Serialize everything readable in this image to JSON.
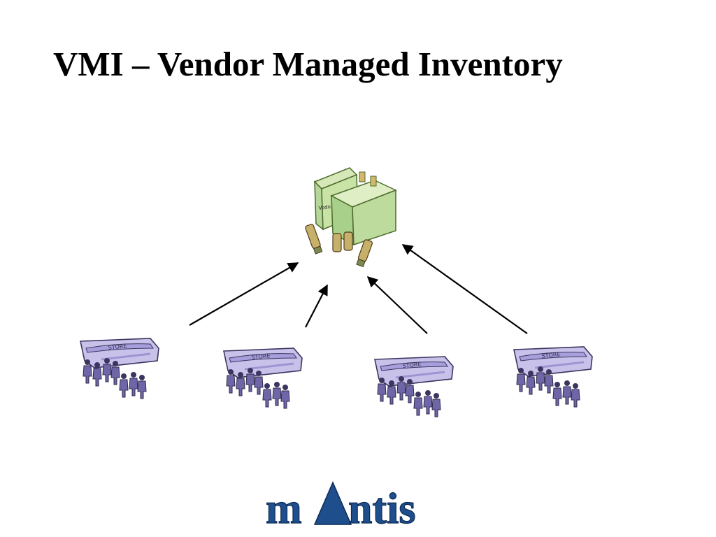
{
  "slide": {
    "title": "VMI – Vendor Managed Inventory"
  },
  "diagram": {
    "vendor": {
      "icon": "factory-icon",
      "sign_text": "Vodo"
    },
    "stores": [
      {
        "icon": "store-icon",
        "sign_text": "STORE"
      },
      {
        "icon": "store-icon",
        "sign_text": "STORE"
      },
      {
        "icon": "store-icon",
        "sign_text": "STORE"
      },
      {
        "icon": "store-icon",
        "sign_text": "STORE"
      }
    ],
    "arrow_color": "#000000",
    "store_color": "#8a82c8",
    "factory_color": "#a8d08a"
  },
  "logo": {
    "text": "mAntis",
    "left_text": "m",
    "right_text": "ntis",
    "color": "#1f4e8c"
  }
}
